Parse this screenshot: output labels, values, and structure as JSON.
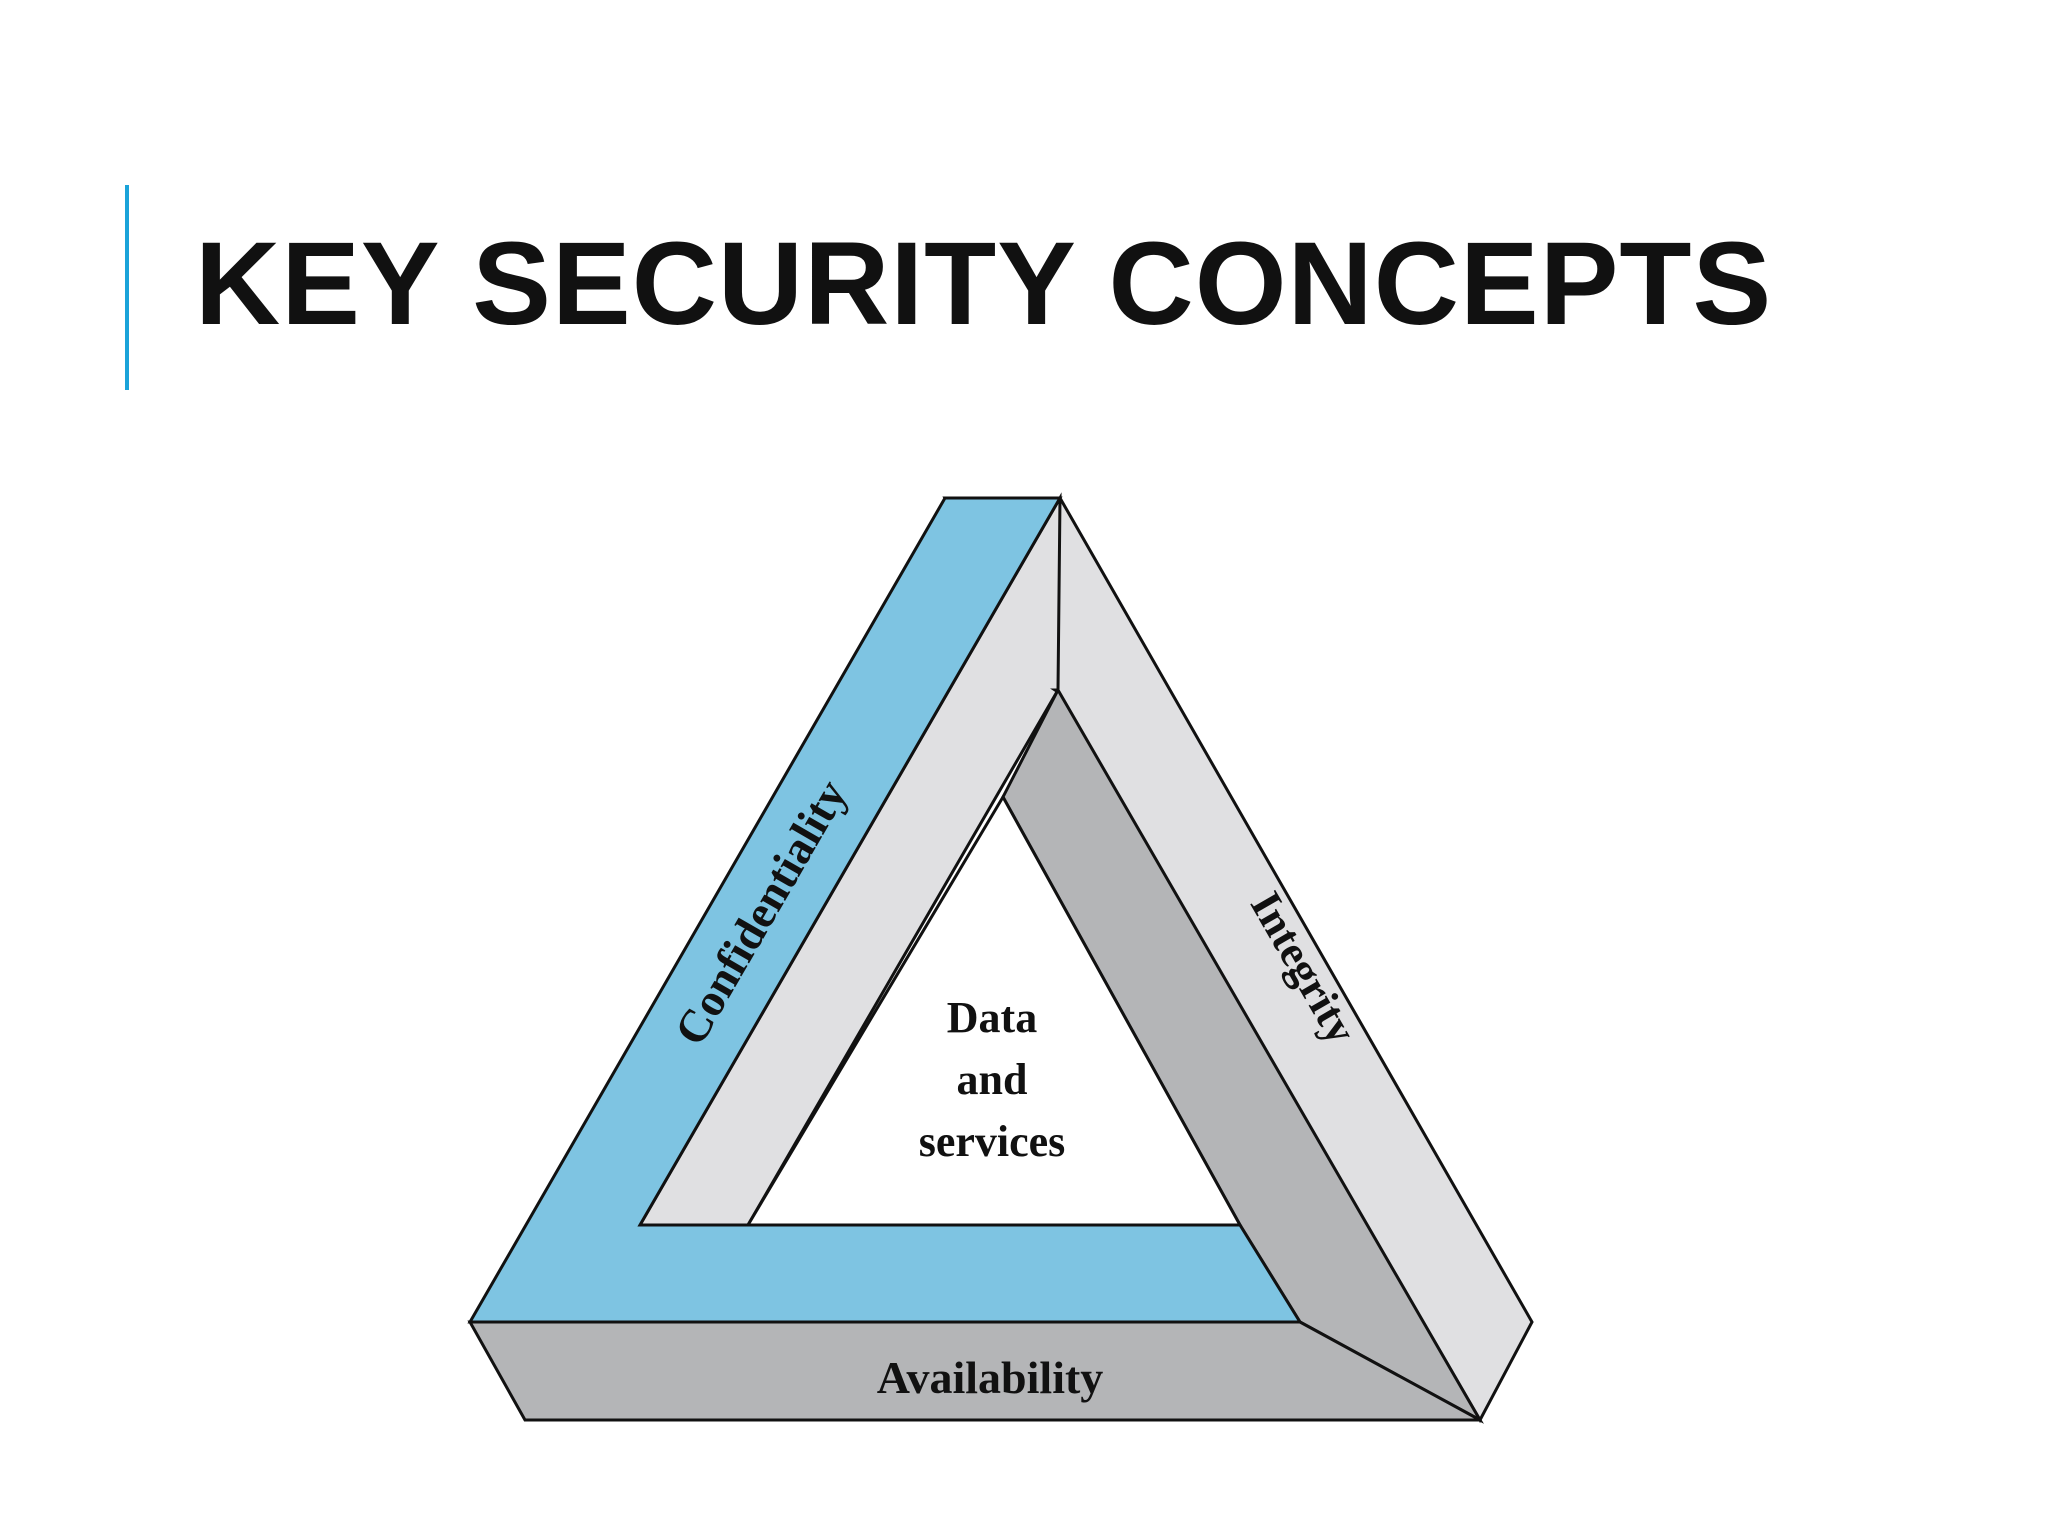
{
  "slide": {
    "title": "KEY SECURITY CONCEPTS",
    "accent_color": "#1aa3d9"
  },
  "diagram": {
    "type": "impossible-triangle",
    "sides": [
      {
        "label": "Confidentiality",
        "color": "#7ec4e2"
      },
      {
        "label": "Integrity",
        "color": "#e0e0e2"
      },
      {
        "label": "Availability",
        "color": "#b4b5b7"
      }
    ],
    "center": {
      "lines": [
        "Data",
        "and",
        "services"
      ]
    }
  }
}
